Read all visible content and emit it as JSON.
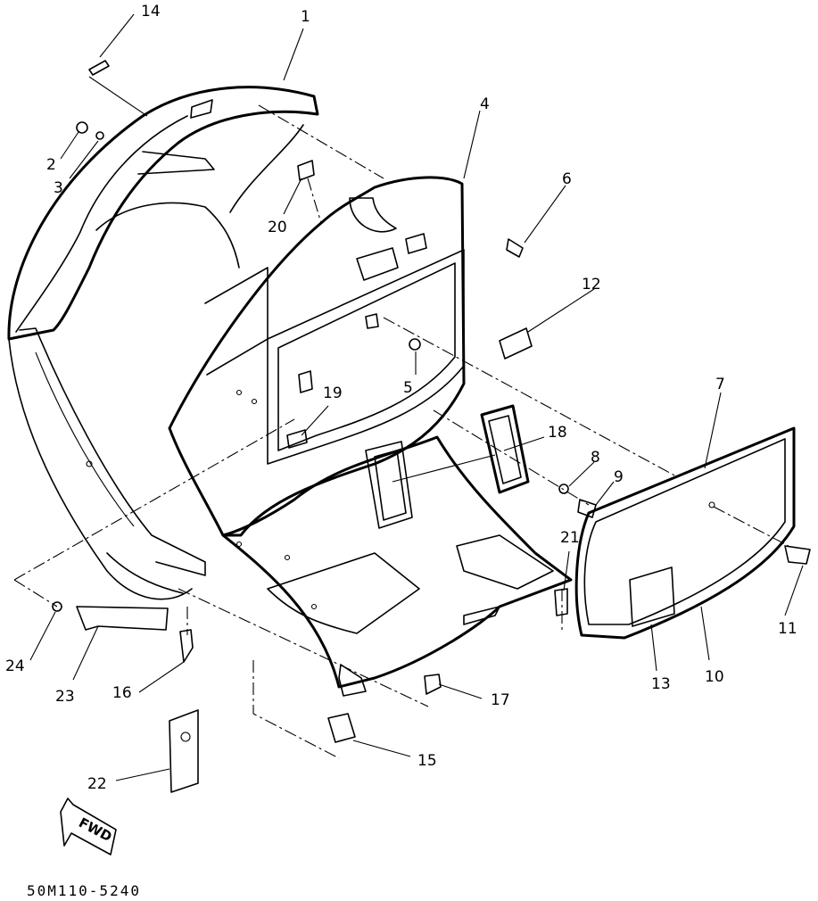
{
  "callouts": {
    "c1": "1",
    "c2": "2",
    "c3": "3",
    "c4": "4",
    "c5": "5",
    "c6": "6",
    "c7": "7",
    "c8": "8",
    "c9": "9",
    "c10": "10",
    "c11": "11",
    "c12": "12",
    "c13": "13",
    "c14": "14",
    "c15": "15",
    "c16": "16",
    "c17": "17",
    "c18": "18",
    "c19": "19",
    "c20": "20",
    "c21": "21",
    "c22": "22",
    "c23": "23",
    "c24": "24"
  },
  "fwd_label": "FWD",
  "drawing_number": "50M110-5240"
}
